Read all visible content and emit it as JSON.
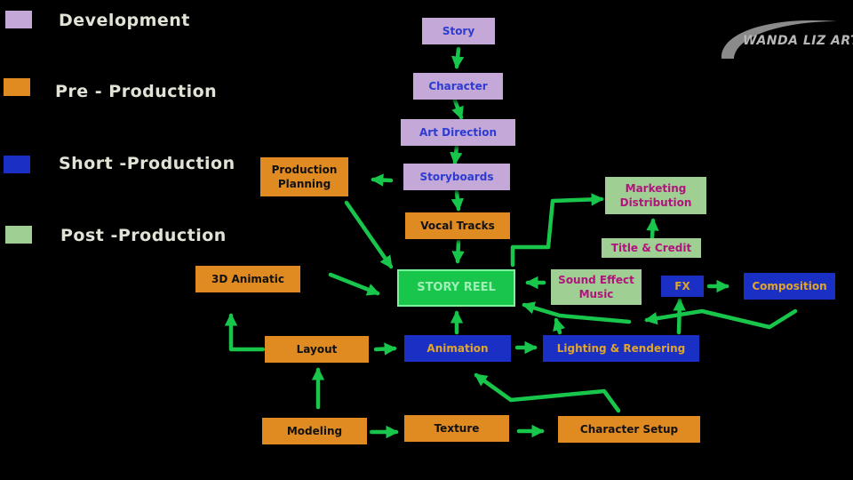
{
  "legend": [
    {
      "label": "Development",
      "color": "#c3a8d8"
    },
    {
      "label": "Pre - Production",
      "color": "#e08a22"
    },
    {
      "label": "Short -Production",
      "color": "#1a2fc4"
    },
    {
      "label": "Post -Production",
      "color": "#9fcf92"
    }
  ],
  "nodes": {
    "story": "Story",
    "character": "Character",
    "art_direction": "Art Direction",
    "storyboards": "Storyboards",
    "production_planning": "Production Planning",
    "vocal_tracks": "Vocal Tracks",
    "story_reel": "STORY REEL",
    "animatic_3d": "3D Animatic",
    "layout": "Layout",
    "animation": "Animation",
    "lighting_rendering": "Lighting & Rendering",
    "modeling": "Modeling",
    "texture": "Texture",
    "character_setup": "Character Setup",
    "sound_effect_music": "Sound Effect Music",
    "fx": "FX",
    "composition": "Composition",
    "title_credit": "Title & Credit",
    "marketing_distribution": "Marketing Distribution"
  },
  "logo": {
    "text": "WANDA LIZ ART"
  },
  "colors": {
    "arrow": "#17c64a",
    "background": "#000000"
  }
}
